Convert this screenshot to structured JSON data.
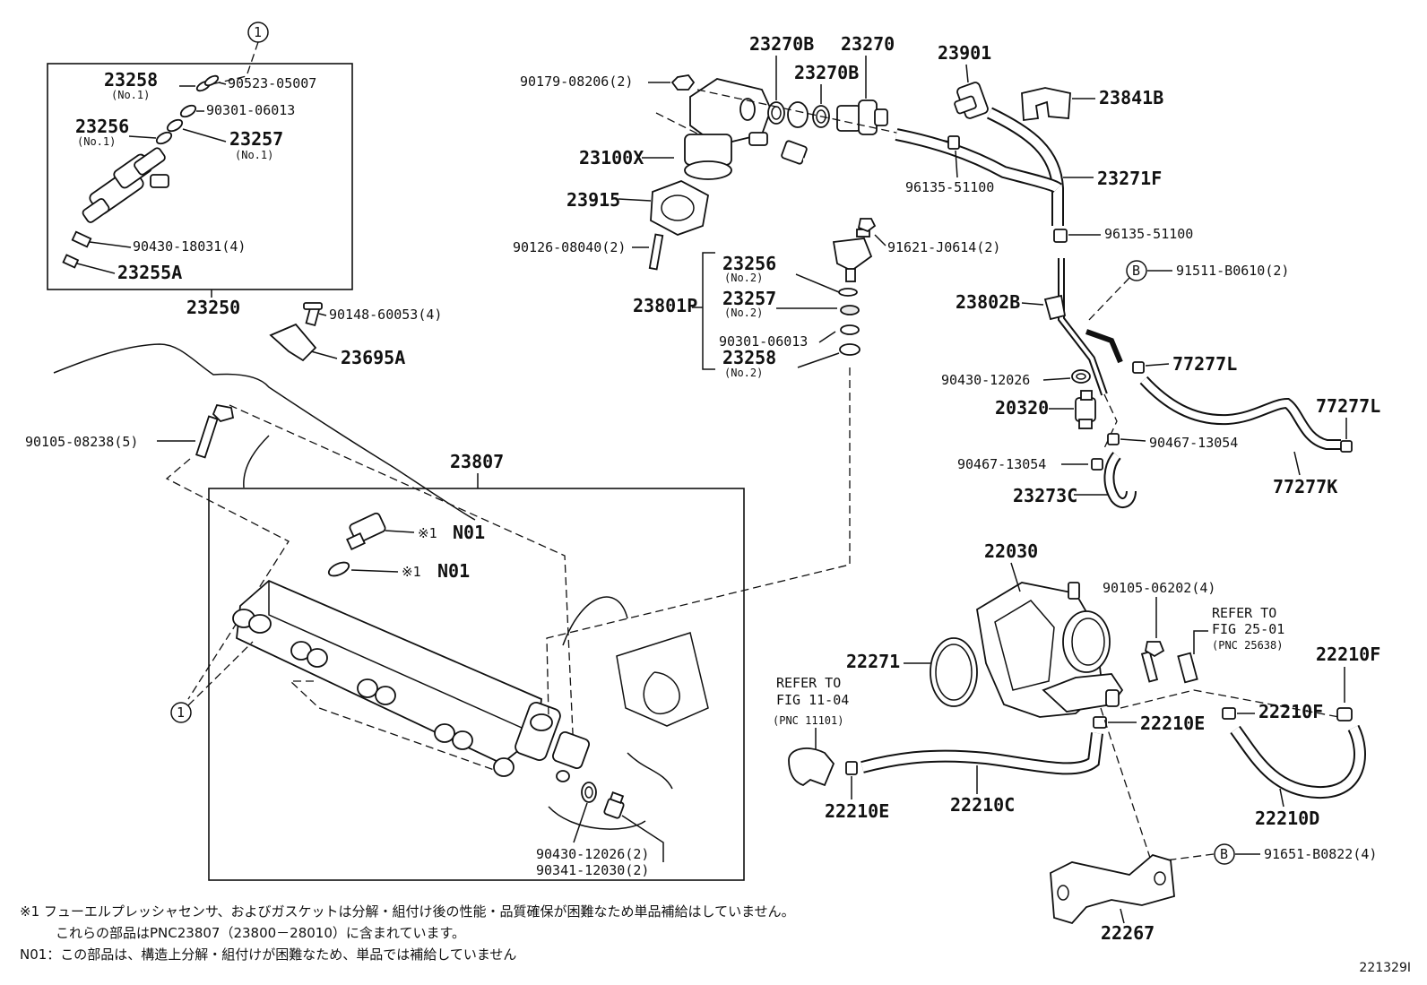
{
  "callouts": {
    "c23258_no1": "23258",
    "c23258_no1_sub": "(No.1)",
    "c90523": "90523-05007",
    "c90301_a": "90301-06013",
    "c23256_no1": "23256",
    "c23256_no1_sub": "(No.1)",
    "c23257_no1": "23257",
    "c23257_no1_sub": "(No.1)",
    "c90430_18031": "90430-18031(4)",
    "c23255A": "23255A",
    "c23250": "23250",
    "c90148": "90148-60053(4)",
    "c23695A": "23695A",
    "c90105_08238": "90105-08238(5)",
    "c23807": "23807",
    "cN01_a": "N01",
    "cN01_b": "N01",
    "mark_a": "※1",
    "mark_b": "※1",
    "c90430_12026_2": "90430-12026(2)",
    "c90341": "90341-12030(2)",
    "c90179": "90179-08206(2)",
    "c23270B_a": "23270B",
    "c23270": "23270",
    "c23270B_b": "23270B",
    "c23901": "23901",
    "c23841B": "23841B",
    "c23100X": "23100X",
    "c96135_a": "96135-51100",
    "c23271F": "23271F",
    "c23915": "23915",
    "c90126": "90126-08040(2)",
    "c91621": "91621-J0614(2)",
    "c96135_b": "96135-51100",
    "c23256_no2": "23256",
    "c23256_no2_sub": "(No.2)",
    "c23801P": "23801P",
    "c23257_no2": "23257",
    "c23257_no2_sub": "(No.2)",
    "c90301_b": "90301-06013",
    "c23258_no2": "23258",
    "c23258_no2_sub": "(No.2)",
    "c91511": "91511-B0610(2)",
    "c23802B": "23802B",
    "c77277L_a": "77277L",
    "c90430_12026": "90430-12026",
    "c20320": "20320",
    "c77277L_b": "77277L",
    "c90467_a": "90467-13054",
    "c90467_b": "90467-13054",
    "c77277K": "77277K",
    "c23273C": "23273C",
    "c22030": "22030",
    "c90105_06202": "90105-06202(4)",
    "refer1_a": "REFER TO",
    "refer1_b": "FIG 25-01",
    "refer1_c": "(PNC 25638)",
    "c22271": "22271",
    "c22210F_a": "22210F",
    "refer2_a": "REFER TO",
    "refer2_b": "FIG 11-04",
    "refer2_c": "(PNC 11101)",
    "c22210F_b": "22210F",
    "c22210E_a": "22210E",
    "c22210E_b": "22210E",
    "c22210C": "22210C",
    "c22210D": "22210D",
    "c91651": "91651-B0822(4)",
    "c22267": "22267",
    "circle1": "1",
    "circleB": "B"
  },
  "notes": {
    "line1": "※1  フューエルプレッシャセンサ、およびガスケットは分解・組付け後の性能・品質確保が困難なため単品補給はしていません。",
    "line2": "これらの部品はPNC23807（23800－28010）に含まれています。",
    "line3": "N01：この部品は、構造上分解・組付けが困難なため、単品では補給していません"
  },
  "figure_id": "221329I"
}
